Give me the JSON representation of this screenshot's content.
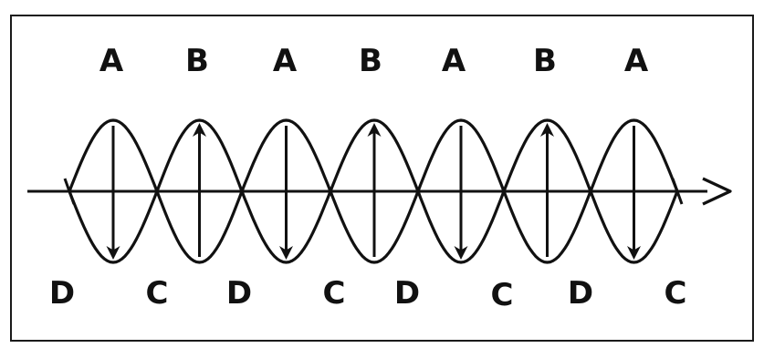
{
  "top_labels": [
    "A",
    "B",
    "A",
    "B",
    "A",
    "B",
    "A"
  ],
  "bottom_labels": [
    "D",
    "C",
    "D",
    "C",
    "D",
    "C",
    "D",
    "C"
  ],
  "arrow_directions": [
    "down",
    "up",
    "down",
    "up",
    "down",
    "up",
    "down"
  ],
  "ink_color": "#111111"
}
